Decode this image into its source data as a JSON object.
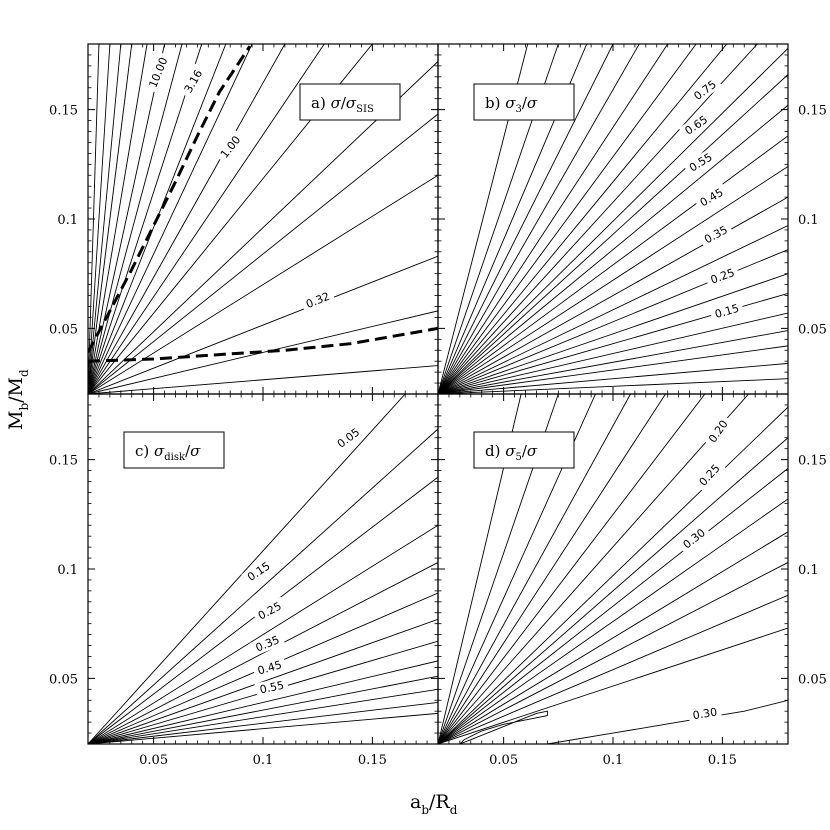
{
  "figure": {
    "x_axis_label": {
      "main": "a",
      "sub1": "b",
      "mid": "/R",
      "sub2": "d"
    },
    "y_axis_label": {
      "main": "M",
      "sub1": "b",
      "mid": "/M",
      "sub2": "d"
    }
  },
  "chart_data": [
    {
      "type": "contour",
      "panel": "a",
      "label": {
        "prefix": "a)",
        "symbol": "σ",
        "separator": "/",
        "denominator_symbol": "σ",
        "denominator_subscript": "SIS"
      },
      "xlim": [
        0.02,
        0.18
      ],
      "ylim": [
        0.02,
        0.18
      ],
      "x_ticks": [
        "0.05",
        "0.1",
        "0.15"
      ],
      "y_ticks": [
        "0.05",
        "0.1",
        "0.15"
      ],
      "contour_labels": [
        "10.00",
        "3.16",
        "1.00",
        "0.32"
      ],
      "contour_lines": [
        {
          "x2": 0.025,
          "y2": 0.18
        },
        {
          "x2": 0.03,
          "y2": 0.18
        },
        {
          "x2": 0.035,
          "y2": 0.18
        },
        {
          "x2": 0.04,
          "y2": 0.18
        },
        {
          "x2": 0.047,
          "y2": 0.18
        },
        {
          "x2": 0.055,
          "y2": 0.18
        },
        {
          "x2": 0.063,
          "y2": 0.18
        },
        {
          "x2": 0.072,
          "y2": 0.18
        },
        {
          "x2": 0.083,
          "y2": 0.18
        },
        {
          "x2": 0.095,
          "y2": 0.18
        },
        {
          "x2": 0.11,
          "y2": 0.18
        },
        {
          "x2": 0.128,
          "y2": 0.18
        },
        {
          "x2": 0.15,
          "y2": 0.18
        },
        {
          "x2": 0.18,
          "y2": 0.172
        },
        {
          "x2": 0.18,
          "y2": 0.148
        },
        {
          "x2": 0.18,
          "y2": 0.12
        },
        {
          "x2": 0.18,
          "y2": 0.083
        },
        {
          "x2": 0.18,
          "y2": 0.058
        },
        {
          "x2": 0.18,
          "y2": 0.033
        }
      ],
      "dashed_curves": [
        {
          "x": [
            0.02,
            0.03,
            0.04,
            0.05,
            0.06,
            0.07,
            0.08,
            0.094
          ],
          "y": [
            0.039,
            0.058,
            0.077,
            0.097,
            0.117,
            0.138,
            0.158,
            0.179
          ]
        },
        {
          "x": [
            0.02,
            0.05,
            0.08,
            0.11,
            0.14,
            0.18
          ],
          "y": [
            0.035,
            0.036,
            0.038,
            0.04,
            0.043,
            0.05
          ]
        }
      ]
    },
    {
      "type": "contour",
      "panel": "b",
      "label": {
        "prefix": "b)",
        "symbol": "σ",
        "subscript": "3",
        "separator": "/",
        "denominator_symbol": "σ"
      },
      "xlim": [
        0.02,
        0.18
      ],
      "ylim": [
        0.02,
        0.18
      ],
      "x_ticks": [
        "0.05",
        "0.1",
        "0.15"
      ],
      "y_ticks": [
        "0.05",
        "0.1",
        "0.15"
      ],
      "contour_labels": [
        "0.75",
        "0.65",
        "0.55",
        "0.45",
        "0.35",
        "0.25",
        "0.15"
      ],
      "contour_lines": [
        {
          "x2": 0.061,
          "y2": 0.18
        },
        {
          "x2": 0.075,
          "y2": 0.18
        },
        {
          "x2": 0.088,
          "y2": 0.18
        },
        {
          "x2": 0.1,
          "y2": 0.18
        },
        {
          "x2": 0.112,
          "y2": 0.18
        },
        {
          "x2": 0.125,
          "y2": 0.18
        },
        {
          "x2": 0.138,
          "y2": 0.18
        },
        {
          "x2": 0.152,
          "y2": 0.18
        },
        {
          "x2": 0.166,
          "y2": 0.18
        },
        {
          "x2": 0.18,
          "y2": 0.178
        },
        {
          "x2": 0.18,
          "y2": 0.166
        },
        {
          "x2": 0.18,
          "y2": 0.152
        },
        {
          "x2": 0.18,
          "y2": 0.138
        },
        {
          "x2": 0.18,
          "y2": 0.124
        },
        {
          "x2": 0.18,
          "y2": 0.11
        },
        {
          "x2": 0.18,
          "y2": 0.097
        },
        {
          "x2": 0.18,
          "y2": 0.086
        },
        {
          "x2": 0.18,
          "y2": 0.075
        },
        {
          "x2": 0.18,
          "y2": 0.066
        },
        {
          "x2": 0.18,
          "y2": 0.057
        },
        {
          "x2": 0.18,
          "y2": 0.049
        },
        {
          "x2": 0.18,
          "y2": 0.042
        },
        {
          "x2": 0.18,
          "y2": 0.034
        },
        {
          "x2": 0.18,
          "y2": 0.027
        }
      ]
    },
    {
      "type": "contour",
      "panel": "c",
      "label": {
        "prefix": "c)",
        "symbol": "σ",
        "subscript": "disk",
        "separator": "/",
        "denominator_symbol": "σ"
      },
      "xlim": [
        0.02,
        0.18
      ],
      "ylim": [
        0.02,
        0.18
      ],
      "x_ticks": [
        "0.05",
        "0.1",
        "0.15"
      ],
      "y_ticks": [
        "0.05",
        "0.1",
        "0.15"
      ],
      "contour_labels": [
        "0.05",
        "0.15",
        "0.25",
        "0.35",
        "0.45",
        "0.55"
      ],
      "contour_lines": [
        {
          "x2": 0.165,
          "y2": 0.18
        },
        {
          "x2": 0.18,
          "y2": 0.164
        },
        {
          "x2": 0.18,
          "y2": 0.142
        },
        {
          "x2": 0.18,
          "y2": 0.12
        },
        {
          "x2": 0.18,
          "y2": 0.103
        },
        {
          "x2": 0.18,
          "y2": 0.089
        },
        {
          "x2": 0.18,
          "y2": 0.077
        },
        {
          "x2": 0.18,
          "y2": 0.067
        },
        {
          "x2": 0.18,
          "y2": 0.058
        },
        {
          "x2": 0.18,
          "y2": 0.051
        },
        {
          "x2": 0.18,
          "y2": 0.045
        },
        {
          "x2": 0.18,
          "y2": 0.039
        },
        {
          "x2": 0.18,
          "y2": 0.034
        }
      ]
    },
    {
      "type": "contour",
      "panel": "d",
      "label": {
        "prefix": "d)",
        "symbol": "σ",
        "subscript": "5",
        "separator": "/",
        "denominator_symbol": "σ"
      },
      "xlim": [
        0.02,
        0.18
      ],
      "ylim": [
        0.02,
        0.18
      ],
      "x_ticks": [
        "0.05",
        "0.1",
        "0.15"
      ],
      "y_ticks": [
        "0.05",
        "0.1",
        "0.15"
      ],
      "contour_labels": [
        "0.20",
        "0.25",
        "0.30",
        "0.30"
      ],
      "contour_lines": [
        {
          "x2": 0.058,
          "y2": 0.18
        },
        {
          "x2": 0.075,
          "y2": 0.18
        },
        {
          "x2": 0.092,
          "y2": 0.18
        },
        {
          "x2": 0.108,
          "y2": 0.18
        },
        {
          "x2": 0.124,
          "y2": 0.18
        },
        {
          "x2": 0.142,
          "y2": 0.18
        },
        {
          "x2": 0.162,
          "y2": 0.18
        },
        {
          "x2": 0.18,
          "y2": 0.174
        },
        {
          "x2": 0.18,
          "y2": 0.16
        },
        {
          "x2": 0.18,
          "y2": 0.146
        },
        {
          "x2": 0.18,
          "y2": 0.132
        },
        {
          "x2": 0.18,
          "y2": 0.117
        },
        {
          "x2": 0.18,
          "y2": 0.103
        },
        {
          "x2": 0.18,
          "y2": 0.088
        },
        {
          "x2": 0.18,
          "y2": 0.073
        }
      ],
      "lower_contours": [
        {
          "x": [
            0.03,
            0.045,
            0.055,
            0.065,
            0.07,
            0.07,
            0.06,
            0.05,
            0.04,
            0.032,
            0.03
          ],
          "y": [
            0.02,
            0.026,
            0.03,
            0.034,
            0.035,
            0.033,
            0.031,
            0.029,
            0.026,
            0.022,
            0.02
          ]
        },
        {
          "x": [
            0.07,
            0.1,
            0.13,
            0.16,
            0.18
          ],
          "y": [
            0.02,
            0.025,
            0.03,
            0.035,
            0.04
          ]
        }
      ]
    }
  ]
}
